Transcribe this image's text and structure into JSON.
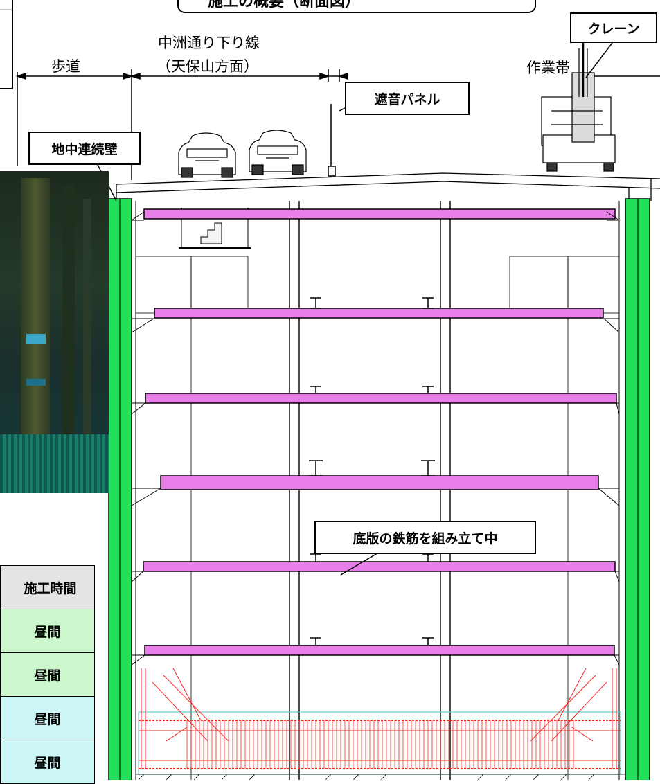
{
  "header": {
    "banner_text": "施工の概要（断面図）"
  },
  "dimensions": {
    "sidewalk": "歩道",
    "lane_line1": "中洲通り下り線",
    "lane_line2": "（天保山方面）",
    "work_zone": "作業帯"
  },
  "callouts": {
    "crane": "クレーン",
    "noise_panel": "遮音パネル",
    "diaphragm_wall": "地中連続壁",
    "bottom_slab": "底版の鉄筋を組み立て中"
  },
  "schedule_table": {
    "header": "施工時間",
    "rows": [
      "昼間",
      "昼間",
      "昼間",
      "昼間"
    ]
  },
  "colors": {
    "wall_green": "#22e05a",
    "strut_magenta": "#e87ee8",
    "rebar_red": "#ff2020",
    "row_green": "#ccf7cc",
    "row_cyan": "#cdf6f6"
  }
}
